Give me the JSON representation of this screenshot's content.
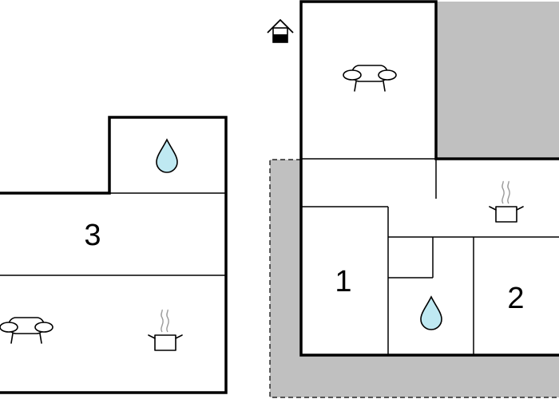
{
  "colors": {
    "background": "#ffffff",
    "wall": "#000000",
    "outdoor_area": "#c0c0c0",
    "water_drop": "#bfe9f2"
  },
  "left_building": {
    "room_label": "3",
    "icons": [
      "water-drop-icon",
      "sofa-icon",
      "cooking-pot-icon"
    ]
  },
  "right_building": {
    "room_labels": [
      "1",
      "2"
    ],
    "icons": [
      "entrance-house-icon",
      "sofa-icon",
      "cooking-pot-icon",
      "water-drop-icon"
    ]
  }
}
